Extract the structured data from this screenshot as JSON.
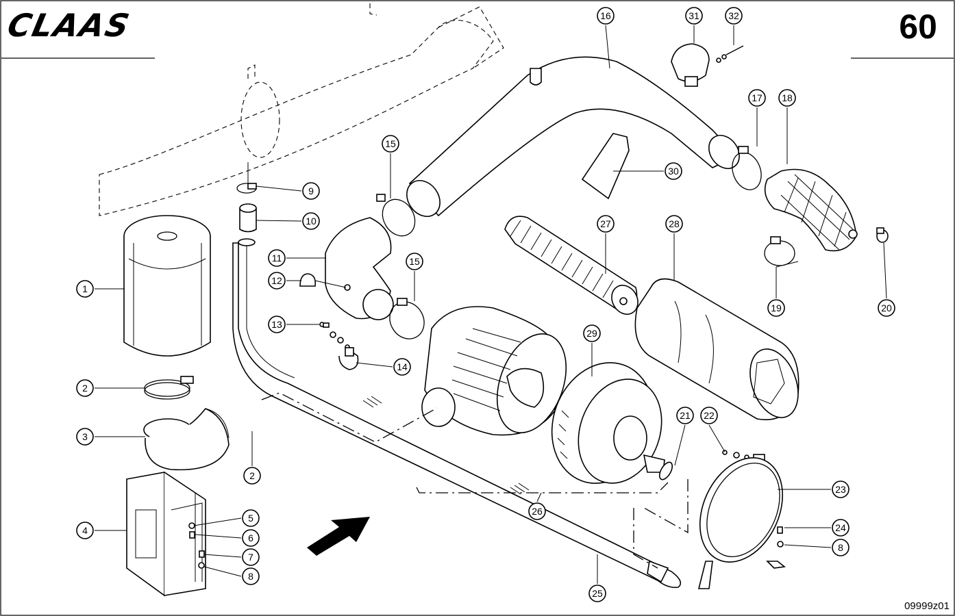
{
  "header": {
    "brand_logo_text": "CLAAS",
    "page_number": "60"
  },
  "footer": {
    "drawing_id": "09999z01"
  },
  "callouts": [
    "1",
    "2",
    "3",
    "4",
    "5",
    "6",
    "7",
    "8",
    "9",
    "10",
    "11",
    "12",
    "13",
    "14",
    "15",
    "15",
    "16",
    "17",
    "18",
    "19",
    "20",
    "21",
    "22",
    "23",
    "24",
    "8",
    "25",
    "26",
    "27",
    "28",
    "29",
    "30",
    "31",
    "32",
    "2"
  ],
  "icons": {
    "direction": "arrow-icon"
  }
}
